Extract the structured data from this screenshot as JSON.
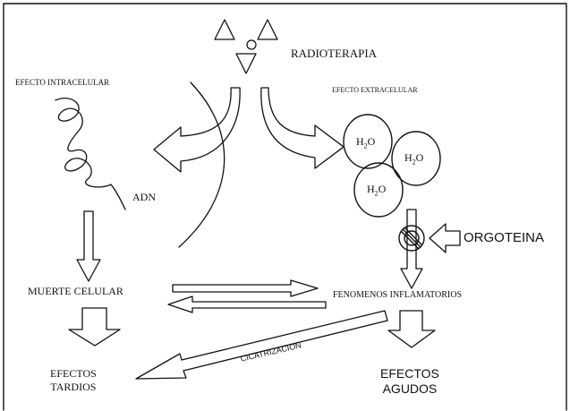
{
  "labels": {
    "radioterapia": "RADIOTERAPIA",
    "efecto_intracelular": "EFECTO INTRACELULAR",
    "efecto_extracelular": "EFECTO  EXTRACELULAR",
    "adn": "ADN",
    "orgoteina": "ORGOTEINA",
    "muerte_celular": "MUERTE CELULAR",
    "fenomenos_inflamatorios": "FENOMENOS INFLAMATORIOS",
    "efectos_tardios_line1": "EFECTOS",
    "efectos_tardios_line2": "TARDIOS",
    "efectos_agudos_line1": "EFECTOS",
    "efectos_agudos_line2": "AGUDOS",
    "cicatrizacion": "CICATRIZACION"
  },
  "water_molecules": [
    {
      "h": "H",
      "sub": "2",
      "o": "O"
    },
    {
      "h": "H",
      "sub": "2",
      "o": "O"
    },
    {
      "h": "H",
      "sub": "2",
      "o": "O"
    }
  ],
  "icons": {
    "radiation": "radiation-trefoil-icon",
    "blocked": "blocked-circle-icon"
  },
  "colors": {
    "stroke": "#111111",
    "background": "#ffffff"
  }
}
